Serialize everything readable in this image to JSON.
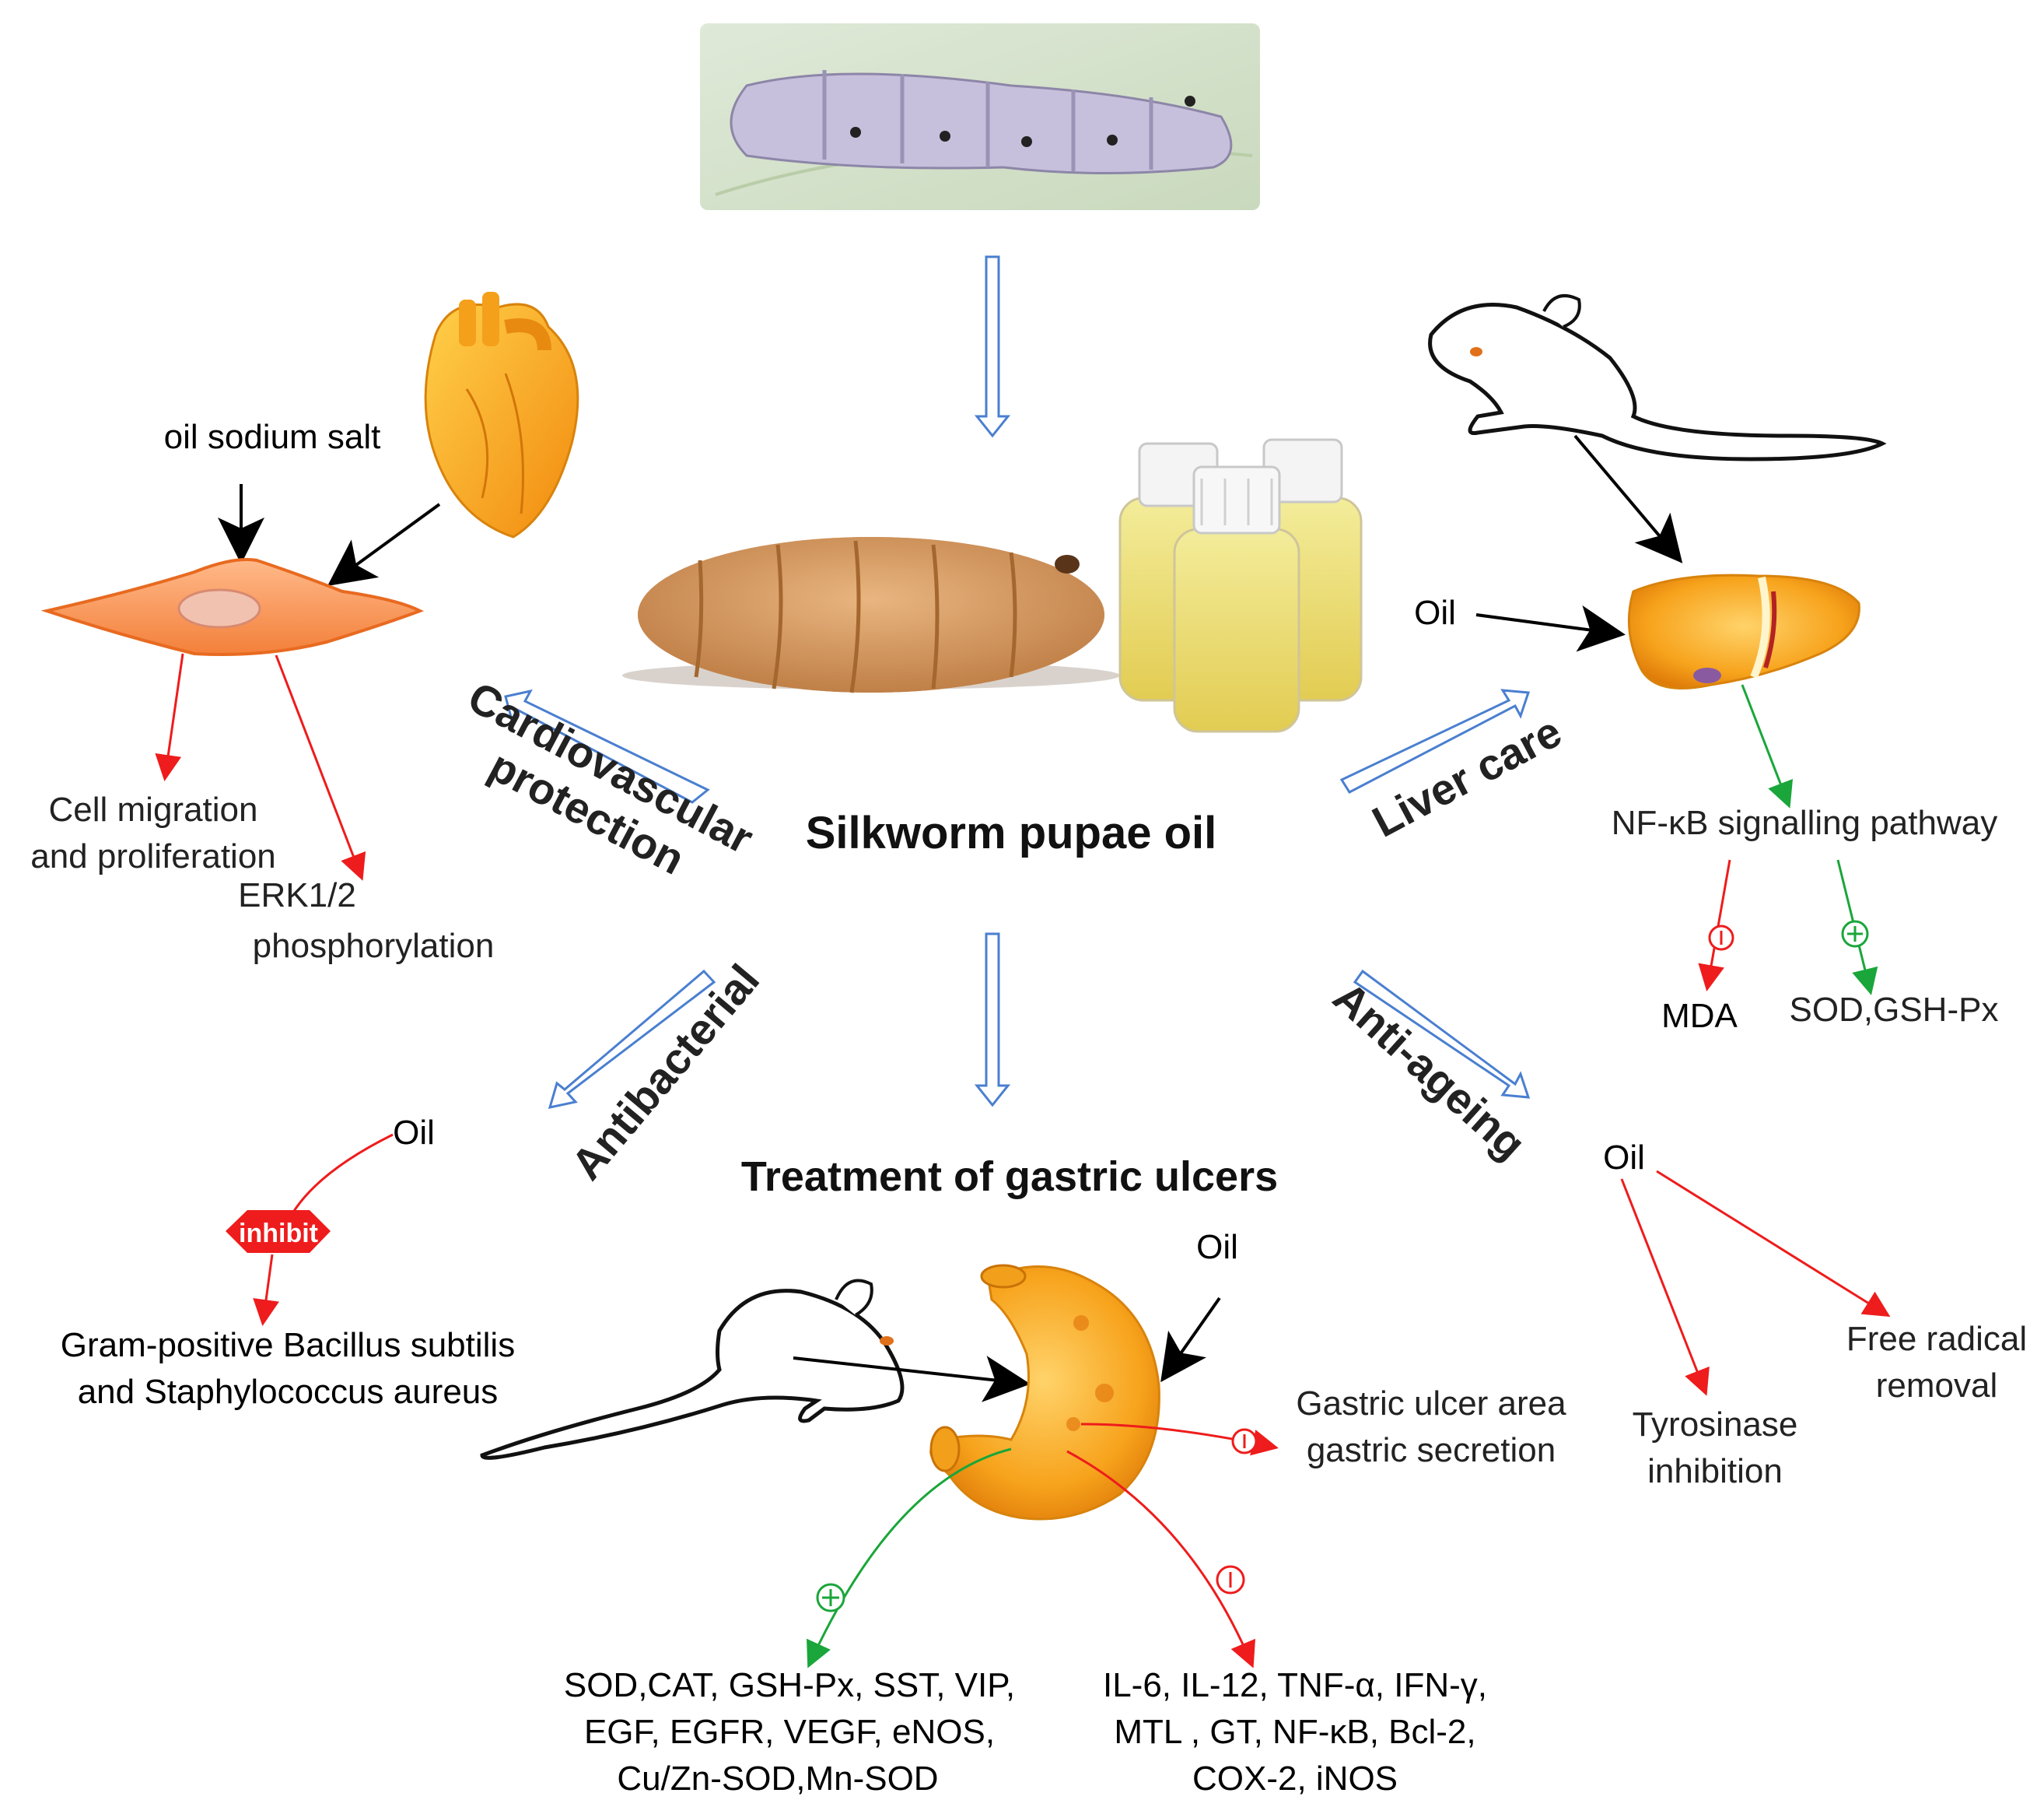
{
  "title": "Silkworm pupae oil",
  "categories": {
    "cardio_line1": "Cardiovascular",
    "cardio_line2": "protection",
    "liver": "Liver care",
    "antibacterial": "Antibacterial",
    "antiageing": "Anti-ageing",
    "gastric": "Treatment of gastric ulcers"
  },
  "cardio": {
    "input": "oil sodium salt",
    "effect1_line1": "Cell migration",
    "effect1_line2": "and proliferation",
    "effect2_line1": "ERK1/2",
    "effect2_line2": "phosphorylation"
  },
  "liver": {
    "input": "Oil",
    "pathway": "NF-κB signalling pathway",
    "down": "MDA",
    "up": "SOD,GSH-Px"
  },
  "antibacterial": {
    "input": "Oil",
    "badge": "inhibit",
    "target_line1": "Gram-positive Bacillus subtilis",
    "target_line2": "and Staphylococcus aureus"
  },
  "antiageing": {
    "input": "Oil",
    "effect1_line1": "Tyrosinase",
    "effect1_line2": "inhibition",
    "effect2_line1": "Free radical",
    "effect2_line2": "removal"
  },
  "gastric": {
    "input": "Oil",
    "reduced_line1": "Gastric ulcer area",
    "reduced_line2": "gastric secretion",
    "up_line1": "SOD,CAT, GSH-Px, SST, VIP,",
    "up_line2": "EGF, EGFR, VEGF, eNOS,",
    "up_line3": "Cu/Zn-SOD,Mn-SOD",
    "down_line1": "IL-6, IL-12, TNF-α, IFN-γ,",
    "down_line2": "MTL , GT, NF-κB, Bcl-2,",
    "down_line3": "COX-2, iNOS"
  },
  "colors": {
    "increase": "#1aa63a",
    "decrease": "#ee1c1c",
    "hollow_arrow": "#4a7fd0",
    "organ": "#f5a623"
  }
}
